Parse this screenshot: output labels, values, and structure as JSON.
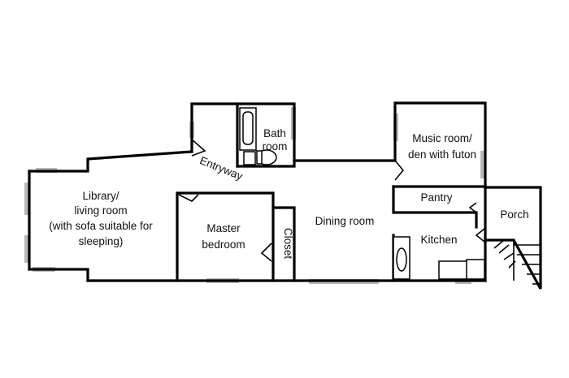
{
  "rooms": {
    "library": [
      "Library/",
      "living room",
      "(with sofa suitable for",
      "sleeping)"
    ],
    "bath": [
      "Bath",
      "room"
    ],
    "entryway": "Entryway",
    "master": [
      "Master",
      "bedroom"
    ],
    "closet": "Closet",
    "dining": "Dining room",
    "music": [
      "Music room/",
      "den with futon"
    ],
    "pantry": "Pantry",
    "kitchen": "Kitchen",
    "porch": "Porch"
  }
}
